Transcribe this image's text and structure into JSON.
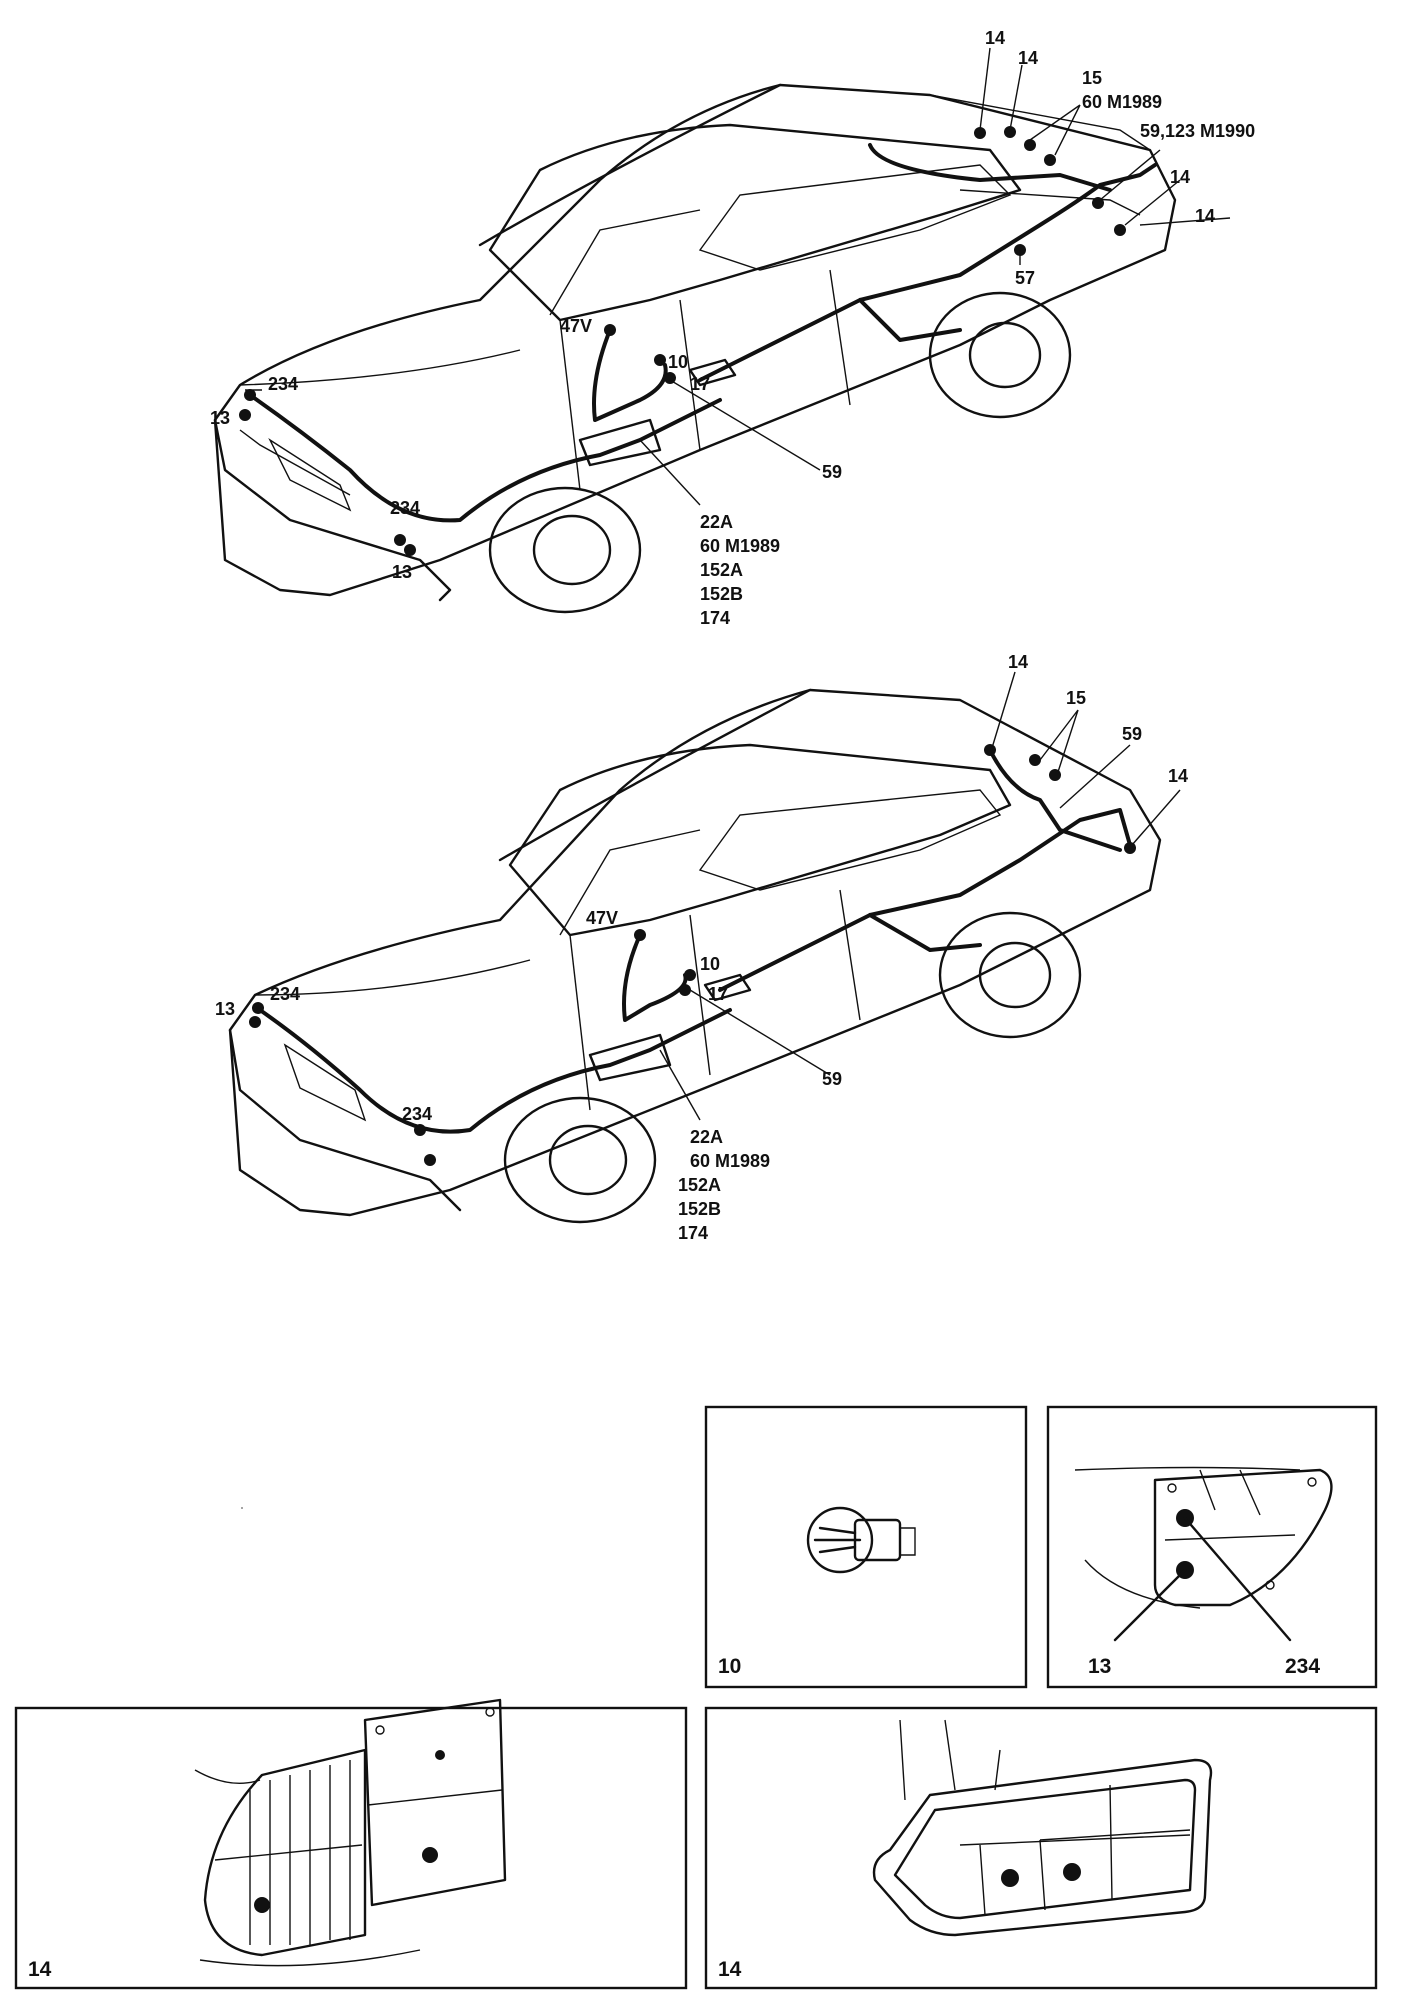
{
  "car1": {
    "callouts": {
      "c14a": "14",
      "c14b": "14",
      "c15": "15",
      "c60m1989": "60 M1989",
      "c59_123": "59,123 M1990",
      "c14c": "14",
      "c14d": "14",
      "c57": "57",
      "c47v": "47V",
      "c10": "10",
      "c17": "17",
      "c59": "59",
      "c234a": "234",
      "c13a": "13",
      "c234b": "234",
      "c13b": "13",
      "stack": [
        "22A",
        "60 M1989",
        "152A",
        "152B",
        "174"
      ]
    }
  },
  "car2": {
    "callouts": {
      "c14a": "14",
      "c15": "15",
      "c59top": "59",
      "c14b": "14",
      "c47v": "47V",
      "c10": "10",
      "c17": "17",
      "c59": "59",
      "c13": "13",
      "c234a": "234",
      "c234b": "234",
      "stack": [
        "22A",
        "60 M1989",
        "152A",
        "152B",
        "174"
      ]
    }
  },
  "details": {
    "socket_label": "10",
    "front_lamp_label_13": "13",
    "front_lamp_label_234": "234",
    "rear_lamp_a_label": "14",
    "rear_lamp_b_label": "14"
  }
}
